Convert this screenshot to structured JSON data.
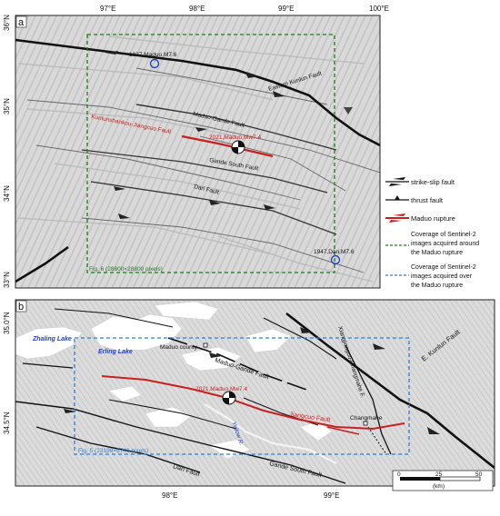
{
  "panel_a": {
    "label": "a",
    "lon_ticks": [
      "97°E",
      "98°E",
      "99°E",
      "100°E"
    ],
    "lat_ticks": [
      "36°N",
      "35°N",
      "34°N",
      "33°N"
    ],
    "faults": {
      "eastern_kunlun": "Eastern Kunlun Fault",
      "maduo_gande": "Maduo-Gande Fault",
      "kunlunshankou": "Kunlunshankou-Jiangcuo Fault",
      "gande_south": "Gande South Fault",
      "dari": "Dari Fault"
    },
    "events": {
      "e1937": "1937,Maduo,M7.6",
      "e2021": "2021,Maduo,Mw7.4",
      "e1947": "1947,Dari,M7.6"
    },
    "coverage_label": "Fig. 6 (28800×28800 pixels)"
  },
  "legend": {
    "strike_slip": "strike-slip fault",
    "thrust": "thrust fault",
    "rupture": "Maduo rupture",
    "cov_around_1": "Coverage of Sentinel-2",
    "cov_around_2": "images acquired around",
    "cov_around_3": "the Maduo rupture",
    "cov_over_1": "Coverage of Sentinel-2",
    "cov_over_2": "images acquired over",
    "cov_over_3": "the Maduo rupture"
  },
  "panel_b": {
    "label": "b",
    "lat_ticks": [
      "35.0°N",
      "34.5°N"
    ],
    "lon_ticks": [
      "98°E",
      "99°E"
    ],
    "lakes": {
      "zhaling": "Zhaling Lake",
      "erling": "Erling Lake"
    },
    "places": {
      "maduo_county": "Maduo county",
      "changmahe": "Changmahe"
    },
    "faults": {
      "e_kunlun": "E. Kunlun Fault",
      "maduo_gande": "Maduo-Gande Fault",
      "xiangjiaoguo": "Xiangjiaoguo-Changmahe F.",
      "jiangcuo": "Jiangcuo Fault",
      "gande_south": "Gande South Fault",
      "dari": "Dari Fault"
    },
    "river": "Yellow R.",
    "event": "2021,Maduo,Mw7.4",
    "coverage_label": "Fig. 5 (23199×6746 pixels)",
    "scale_ticks": [
      "0",
      "25",
      "50"
    ],
    "scale_unit": "(km)"
  },
  "colors": {
    "fault": "#111111",
    "rupture": "#c8201e",
    "coverage_green": "#1f7a1f",
    "coverage_blue": "#2a7fd8",
    "label_red": "#c8201e",
    "label_blue": "#1f3fc8"
  }
}
